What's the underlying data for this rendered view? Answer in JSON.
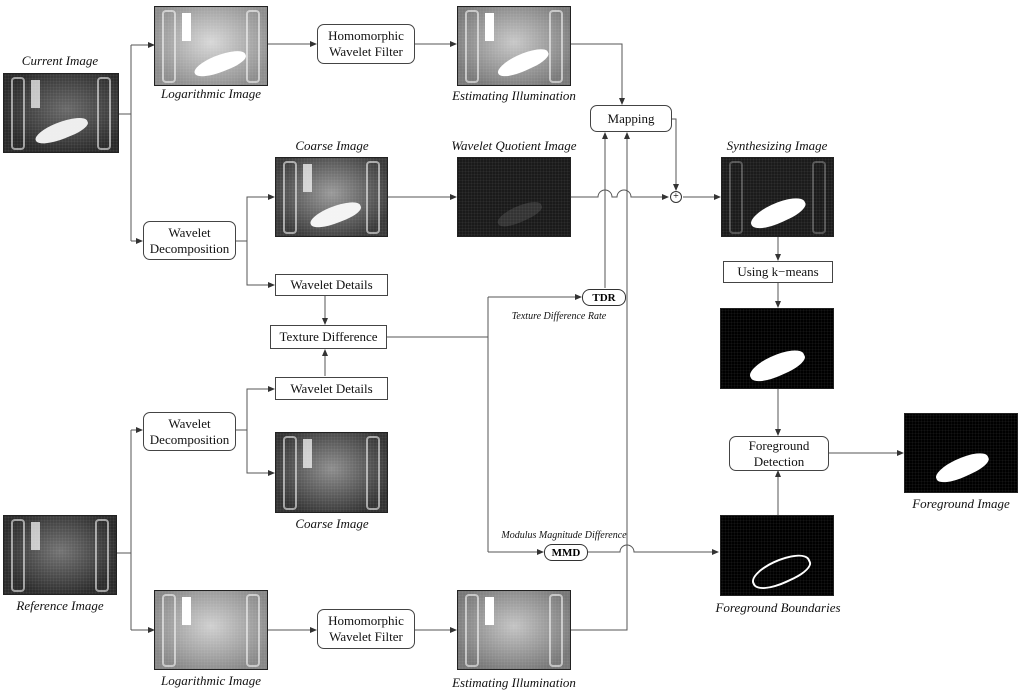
{
  "captions": {
    "current_image": "Current Image",
    "reference_image": "Reference Image",
    "log_image_top": "Logarithmic Image",
    "log_image_bottom": "Logarithmic Image",
    "est_illum_top": "Estimating Illumination",
    "est_illum_bottom": "Estimating Illumination",
    "coarse_top": "Coarse Image",
    "coarse_bottom": "Coarse Image",
    "wavelet_quotient": "Wavelet Quotient Image",
    "synthesizing": "Synthesizing Image",
    "foreground_image": "Foreground Image",
    "foreground_boundaries": "Foreground Boundaries",
    "tdr_label": "Texture Difference Rate",
    "mmd_label": "Modulus Magnitude Difference"
  },
  "boxes": {
    "homomorphic_top": "Homomorphic Wavelet Filter",
    "homomorphic_bottom": "Homomorphic Wavelet Filter",
    "mapping": "Mapping",
    "wavelet_decomp_top": "Wavelet Decomposition",
    "wavelet_decomp_bottom": "Wavelet Decomposition",
    "wavelet_details_top": "Wavelet Details",
    "wavelet_details_bottom": "Wavelet Details",
    "texture_difference": "Texture Difference",
    "using_kmeans": "Using k−means",
    "foreground_detection": "Foreground Detection",
    "tdr": "TDR",
    "mmd": "MMD",
    "sum": "+"
  }
}
